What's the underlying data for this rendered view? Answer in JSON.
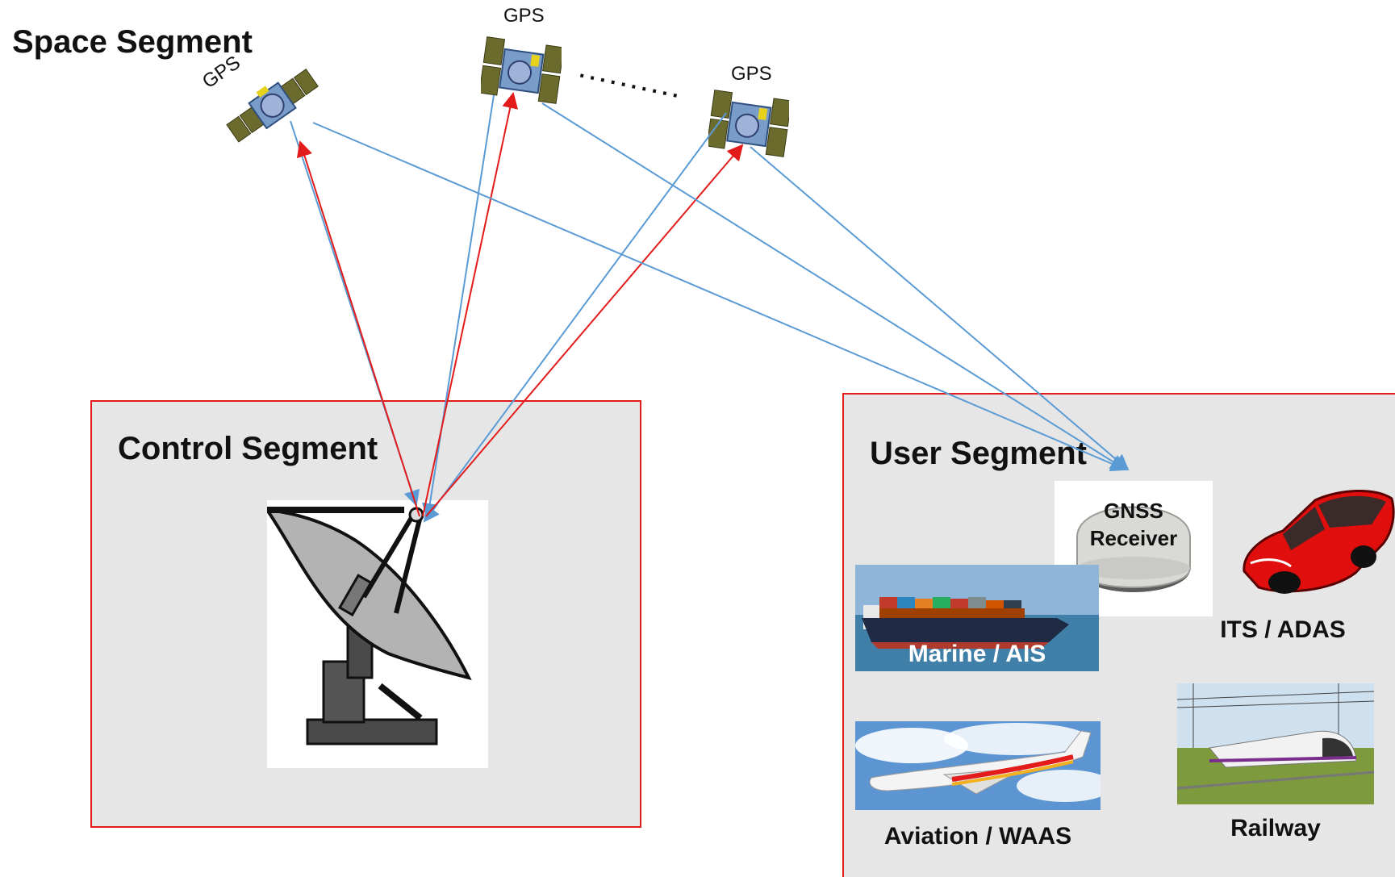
{
  "space_segment": {
    "title": "Space Segment"
  },
  "satellites": [
    {
      "label": "GPS"
    },
    {
      "label": "GPS"
    },
    {
      "label": "GPS"
    }
  ],
  "ellipsis": "..........",
  "control_segment": {
    "title": "Control Segment"
  },
  "user_segment": {
    "title": "User Segment",
    "receiver": {
      "line1": "GNSS",
      "line2": "Receiver"
    },
    "applications": {
      "marine": "Marine / AIS",
      "its": "ITS / ADAS",
      "aviation": "Aviation / WAAS",
      "railway": "Railway"
    }
  },
  "colors": {
    "uplink": "#e31b1b",
    "downlink": "#5b9bd5",
    "box_border": "#e31b1b",
    "box_fill": "#e6e6e6"
  },
  "icons": [
    "satellite-icon",
    "antenna-dish-icon",
    "gnss-receiver-icon",
    "ship-photo",
    "car-icon",
    "airplane-photo",
    "train-photo"
  ]
}
